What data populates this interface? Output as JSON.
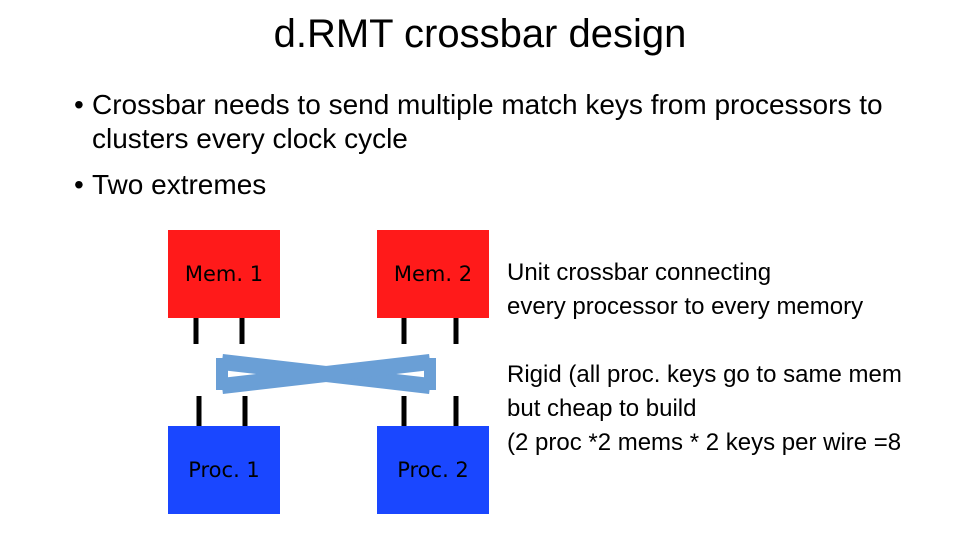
{
  "slide": {
    "title": "d.RMT crossbar design",
    "bullets": [
      "Crossbar needs to send multiple match keys from processors to clusters every clock cycle",
      "Two extremes"
    ]
  },
  "diagram": {
    "memories": [
      "Mem. 1",
      "Mem. 2"
    ],
    "processors": [
      "Proc. 1",
      "Proc. 2"
    ],
    "colors": {
      "memory": "#ff1a1a",
      "processor": "#1a47ff",
      "crossbar": "#6a9fd6",
      "wire": "#000000"
    }
  },
  "notes": {
    "unit": [
      "Unit crossbar connecting",
      "every processor to every memory"
    ],
    "rigid": [
      "Rigid (all proc. keys go to same mem",
      "but cheap to build",
      "(2 proc *2 mems * 2 keys per wire =8"
    ]
  }
}
